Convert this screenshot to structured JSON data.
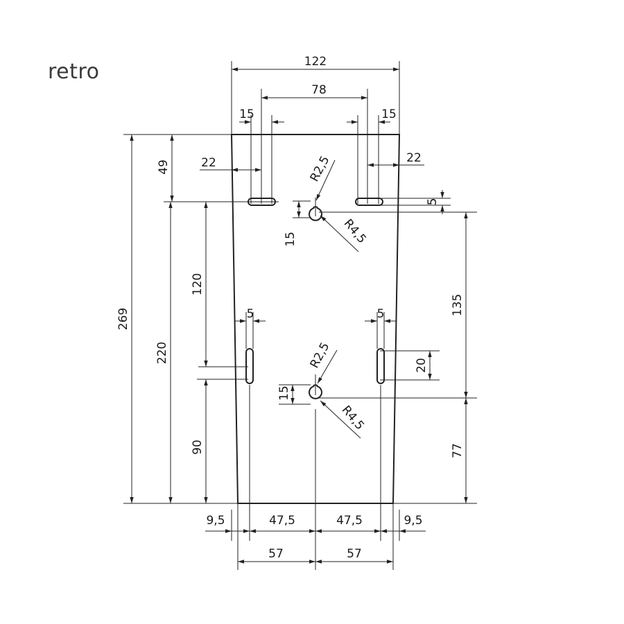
{
  "brand": "retro",
  "dimensions": {
    "overall_width": "122",
    "slot_spacing": "78",
    "slot_offset_left": "15",
    "slot_offset_right": "15",
    "slot_inset_left": "22",
    "slot_inset_right": "22",
    "slot_height_top": "5",
    "top_to_slots": "49",
    "keyhole_drop_top": "15",
    "slots_to_lower_slots": "120",
    "overall_height": "269",
    "slots_to_bottom": "220",
    "right_upper_height": "135",
    "right_lower_height": "77",
    "lower_slot_width_left": "5",
    "lower_slot_width_right": "5",
    "lower_slot_length": "20",
    "keyhole_drop_bottom": "15",
    "bottom_height": "90",
    "bottom_edge_left": "9,5",
    "bottom_half_left": "47,5",
    "bottom_half_right": "47,5",
    "bottom_edge_right": "9,5",
    "bottom_width_left": "57",
    "bottom_width_right": "57"
  },
  "radii": {
    "upper_small": "R2,5",
    "upper_large": "R4,5",
    "lower_small": "R2,5",
    "lower_large": "R4,5"
  },
  "colors": {
    "line": "#222222",
    "brand": "#3a3a3a"
  }
}
